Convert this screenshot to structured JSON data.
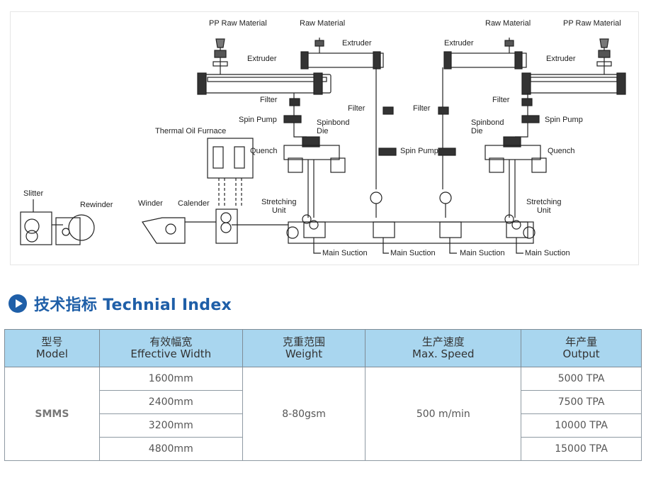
{
  "diagram": {
    "labels": {
      "pp_raw_left": "PP Raw Material",
      "raw_left": "Raw Material",
      "raw_right": "Raw Material",
      "pp_raw_right": "PP Raw Material",
      "extruder_l1": "Extruder",
      "extruder_l2": "Extruder",
      "extruder_r1": "Extruder",
      "extruder_r2": "Extruder",
      "filter_l1": "Filter",
      "filter_l2": "Filter",
      "filter_r1": "Filter",
      "filter_r2": "Filter",
      "spin_pump_l1": "Spin Pump",
      "spin_pump_l2": "Spin Pump",
      "spin_pump_r1": "Spin Pump",
      "spinbond_die_left": "Spinbond\nDie",
      "spinbond_die_right": "Spinbond\nDie",
      "thermal_oil": "Thermal Oil Furnace",
      "quench_left": "Quench",
      "quench_right": "Quench",
      "slitter": "Slitter",
      "rewinder": "Rewinder",
      "winder": "Winder",
      "calender": "Calender",
      "stretching_left": "Stretching\nUnit",
      "stretching_right": "Stretching\nUnit",
      "main_suction_1": "Main Suction",
      "main_suction_2": "Main Suction",
      "main_suction_3": "Main Suction",
      "main_suction_4": "Main Suction"
    }
  },
  "section": {
    "title": "技术指标 Technial Index"
  },
  "table": {
    "headers": [
      {
        "cn": "型号",
        "en": "Model"
      },
      {
        "cn": "有效幅宽",
        "en": "Effective Width"
      },
      {
        "cn": "克重范围",
        "en": "Weight"
      },
      {
        "cn": "生产速度",
        "en": "Max. Speed"
      },
      {
        "cn": "年产量",
        "en": "Output"
      }
    ],
    "model": "SMMS",
    "widths": [
      "1600mm",
      "2400mm",
      "3200mm",
      "4800mm"
    ],
    "weight": "8-80gsm",
    "speed": "500 m/min",
    "outputs": [
      "5000 TPA",
      "7500 TPA",
      "10000 TPA",
      "15000 TPA"
    ]
  },
  "colors": {
    "accent": "#1f5fa8",
    "header_bg": "#a9d6ef"
  }
}
